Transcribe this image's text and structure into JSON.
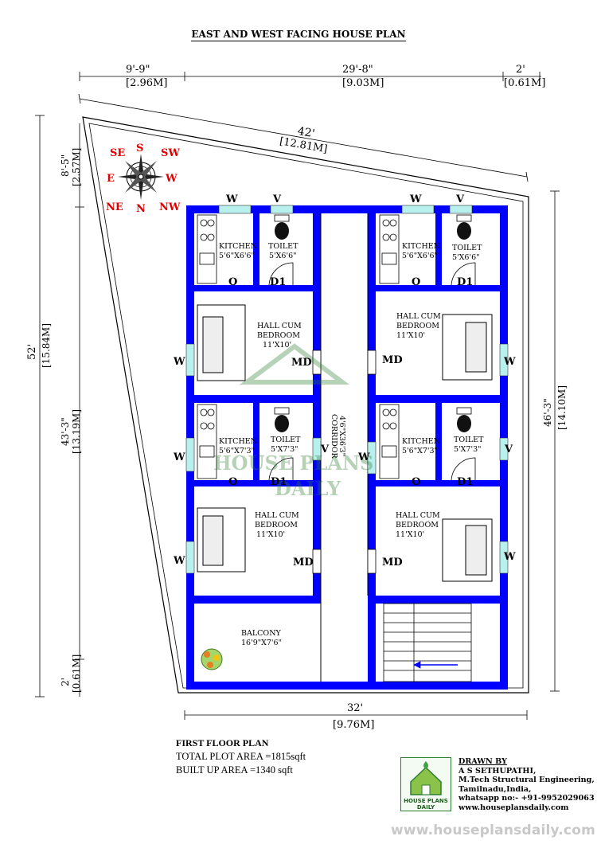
{
  "title": "EAST AND WEST FACING HOUSE PLAN",
  "dimensions": {
    "top_left": "9'-9\"",
    "top_left_m": "[2.96M]",
    "top_mid": "29'-8\"",
    "top_mid_m": "[9.03M]",
    "top_right": "2'",
    "top_right_m": "[0.61M]",
    "diag": "42'",
    "diag_m": "[12.81M]",
    "left_total": "52'",
    "left_total_m": "[15.84M]",
    "left_top": "8'-5\"",
    "left_top_m": "[2.57M]",
    "left_mid": "43'-3\"",
    "left_mid_m": "[13.19M]",
    "left_bot": "2'",
    "left_bot_m": "[0.61M]",
    "right": "46'-3\"",
    "right_m": "[14.10M]",
    "bottom": "32'",
    "bottom_m": "[9.76M]"
  },
  "compass": {
    "se": "SE",
    "s": "S",
    "sw": "SW",
    "e": "E",
    "w": "W",
    "ne": "NE",
    "n": "N",
    "nw": "NW"
  },
  "rooms": {
    "kitchen": "KITCHEN",
    "toilet": "TOILET",
    "hall_l1": "HALL CUM",
    "hall_l2": "BEDROOM",
    "k1": "5'6\"X6'6\"",
    "t1": "5'X6'6\"",
    "k2": "5'6\"X7'3\"",
    "t2": "5'X7'3\"",
    "hall_size": "11'X10'",
    "corridor": "CORRIDOR",
    "corridor_size": "4'6\"X36'3\"",
    "balcony": "BALCONY",
    "balcony_size": "16'9\"X7'6\""
  },
  "tags": {
    "window": "W",
    "vent": "V",
    "door": "D1",
    "main_door": "MD",
    "opening": "O"
  },
  "watermark": {
    "l1": "HOUSE PLANS",
    "l2": "DAILY"
  },
  "floor": {
    "name": "FIRST FLOOR PLAN",
    "plot_area": "TOTAL PLOT AREA =1815sqft",
    "built_area": "BUILT UP AREA =1340 sqft"
  },
  "logo": {
    "l1": "HOUSE PLANS",
    "l2": "DAILY"
  },
  "credits": {
    "drawn_by": "DRAWN BY",
    "name": "A S SETHUPATHI,",
    "qual": "M.Tech Structural Engineering,",
    "place": "Tamilnadu,India,",
    "phone": "whatsapp no:- +91-9952029063",
    "site": "www.houseplansdaily.com"
  },
  "footer_url": "www.houseplansdaily.com",
  "colors": {
    "wall": "#0000ff",
    "window": "#b8f0ee",
    "compass_text": "#e00000",
    "accent": "#2e7d32"
  }
}
